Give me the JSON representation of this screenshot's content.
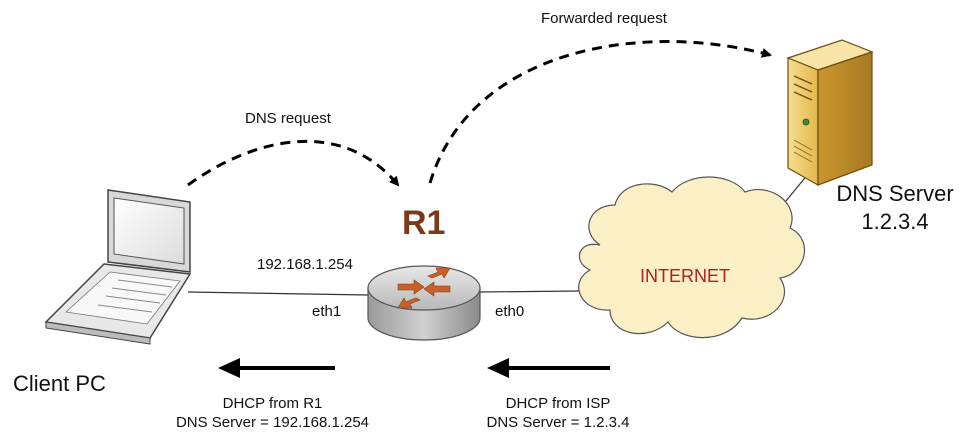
{
  "labels": {
    "forwarded_request": "Forwarded request",
    "dns_request": "DNS request",
    "router_name": "R1",
    "router_ip": "192.168.1.254",
    "eth1": "eth1",
    "eth0": "eth0",
    "internet": "INTERNET",
    "dns_server_title": "DNS Server",
    "dns_server_ip": "1.2.3.4",
    "client_pc": "Client PC",
    "dhcp_r1_line1": "DHCP from R1",
    "dhcp_r1_line2": "DNS Server = 192.168.1.254",
    "dhcp_isp_line1": "DHCP from ISP",
    "dhcp_isp_line2": "DNS Server = 1.2.3.4"
  },
  "colors": {
    "router_label": "#7a3a1a",
    "router_arrows": "#c8602a",
    "internet_text": "#b02020",
    "cloud_fill": "#fbefc6",
    "server_body": "#f2d27a"
  },
  "icons": [
    "laptop-icon",
    "router-icon",
    "server-icon",
    "internet-cloud-icon"
  ]
}
